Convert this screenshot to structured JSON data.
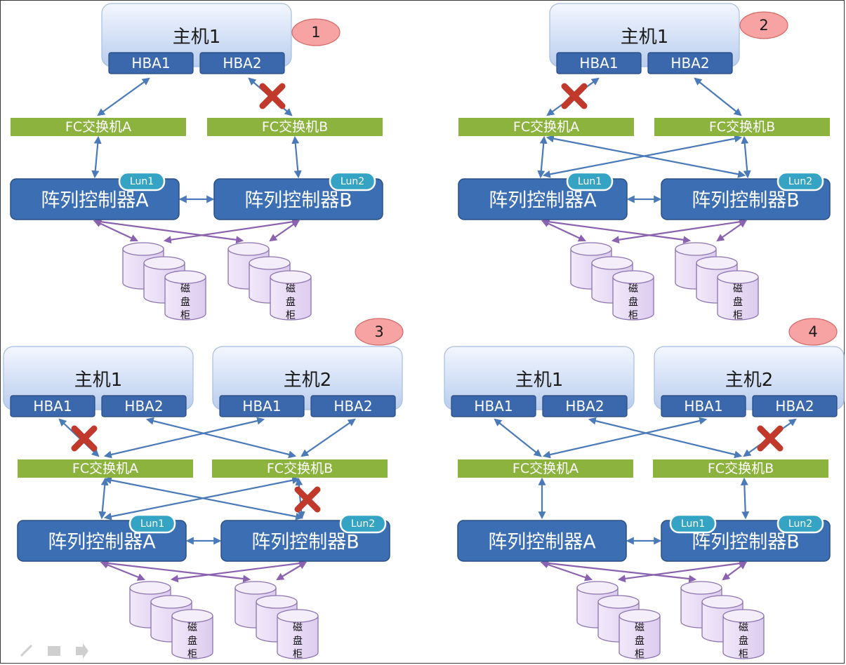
{
  "colors": {
    "host_fill_top": "#f3f7ff",
    "host_fill_bottom": "#b9cdee",
    "hba_fill": "#3b68ad",
    "switch_fill": "#8db33f",
    "controller_fill": "#3b6eb2",
    "lun_fill": "#35a4c4",
    "badge_fill": "#f7a3a3",
    "fc_link": "#4a7ab8",
    "disk_link": "#8a62b0",
    "fail_mark": "#c0392b",
    "disk_fill": "#dccbee"
  },
  "labels": {
    "host1": "主机1",
    "host2": "主机2",
    "hba1": "HBA1",
    "hba2": "HBA2",
    "switch_a": "FC交换机A",
    "switch_b": "FC交换机B",
    "controller_a": "阵列控制器A",
    "controller_b": "阵列控制器B",
    "lun1": "Lun1",
    "lun2": "Lun2",
    "disk_chars": [
      "磁",
      "盘",
      "柜"
    ]
  },
  "panels": [
    {
      "id": "1",
      "badge": "1",
      "hosts": [
        "host1"
      ]
    },
    {
      "id": "2",
      "badge": "2",
      "hosts": [
        "host1"
      ]
    },
    {
      "id": "3",
      "badge": "3",
      "hosts": [
        "host1",
        "host2"
      ]
    },
    {
      "id": "4",
      "badge": "4",
      "hosts": [
        "host1",
        "host2"
      ]
    }
  ]
}
